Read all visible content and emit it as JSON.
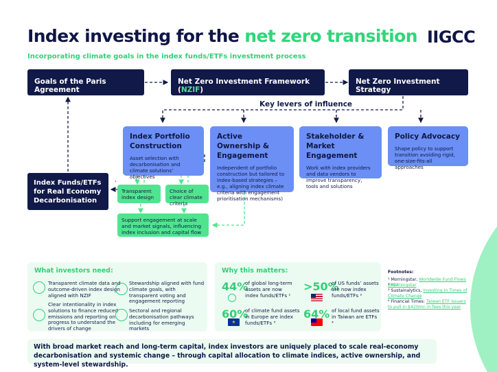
{
  "header": {
    "title_main": "Index investing for the ",
    "title_accent": "net zero transition",
    "logo": "IIGCC",
    "subtitle": "Incorporating climate goals in the index funds/ETFs investment process"
  },
  "flow": {
    "goals": "Goals of the Paris Agreement",
    "nzif_prefix": "Net Zero Investment Framework (",
    "nzif_acronym": "NZIF",
    "nzif_suffix": ")",
    "strategy": "Net Zero Investment Strategy",
    "key_levers": "Key levers of influence",
    "index_funds": "Index Funds/ETFs for Real Economy Decarbonisation"
  },
  "levers": [
    {
      "title": "Index Portfolio Construction",
      "desc": "Asset selection with decarbonisation and climate solutions’ objectives"
    },
    {
      "title": "Active Ownership & Engagement",
      "desc": "Independent of portfolio construction but tailored to index-based strategies – e.g., aligning index climate criteria with engagement prioritisation mechanisms)"
    },
    {
      "title": "Stakeholder & Market Engagement",
      "desc": "Work with index providers and data vendors to improve transparency, tools and solutions"
    },
    {
      "title": "Policy Advocacy",
      "desc": "Shape policy to support transition avoiding rigid, one-size-fits-all approaches"
    }
  ],
  "sub_outcomes": {
    "transparent": "Transparent index design",
    "choice": "Choice of clear climate criteria",
    "support": "Support engagement at scale and market signals, influencing index inclusion and capital flow"
  },
  "needs": {
    "heading": "What investors need:",
    "items": [
      "Transparent climate data and outcome-driven index design aligned with NZIF",
      "Clear intentionality in index solutions to finance reduced emissions and reporting on progress to understand the drivers of change",
      "Stewardship aligned with fund climate goals, with transparent voting and engagement reporting",
      "Sectoral and regional decarbonisation pathways including for emerging markets"
    ],
    "icons": [
      "magnifier-icon",
      "telescope-icon",
      "ballot-icon",
      "globe-icon"
    ]
  },
  "matters": {
    "heading": "Why this matters:",
    "stats": [
      {
        "value": "44%",
        "desc": "of global long-term assets are now index funds/ETFs ¹",
        "icon": "globe-icon"
      },
      {
        "value": ">50%",
        "desc": "of US funds’ assets are now index funds/ETFs ²",
        "icon": "us-flag-icon"
      },
      {
        "value": "60%",
        "desc": "of climate fund assets in Europe are index funds/ETFs ³",
        "icon": "eu-flag-icon"
      },
      {
        "value": "64%",
        "desc": "of local fund assets in Taiwan are ETFs ⁴",
        "icon": "taiwan-flag-icon"
      }
    ]
  },
  "footnotes": {
    "heading": "Footnotes:",
    "items": [
      {
        "num": "¹",
        "source": "Morningstar, ",
        "link": "Worldwide Fund Flows 2024"
      },
      {
        "num": "²",
        "source": "",
        "link": "Morningstar"
      },
      {
        "num": "³",
        "source": "Sustainalytics, ",
        "link": "Investing in Times of Climate Change"
      },
      {
        "num": "⁴",
        "source": "Financial Times: ",
        "link": "Taiwan ETF issuers to pull in $420mn in fees this year"
      }
    ]
  },
  "bottom_text": "With broad market reach and long-term capital, index investors are uniquely placed to scale real-economy decarbonisation and systemic change – through capital allocation to climate indices, active ownership, and system-level stewardship.",
  "colors": {
    "navy": "#101948",
    "green": "#51e48f",
    "blue": "#6b8ff4",
    "accent": "#2ed77a",
    "panel": "#ecfbf1"
  }
}
